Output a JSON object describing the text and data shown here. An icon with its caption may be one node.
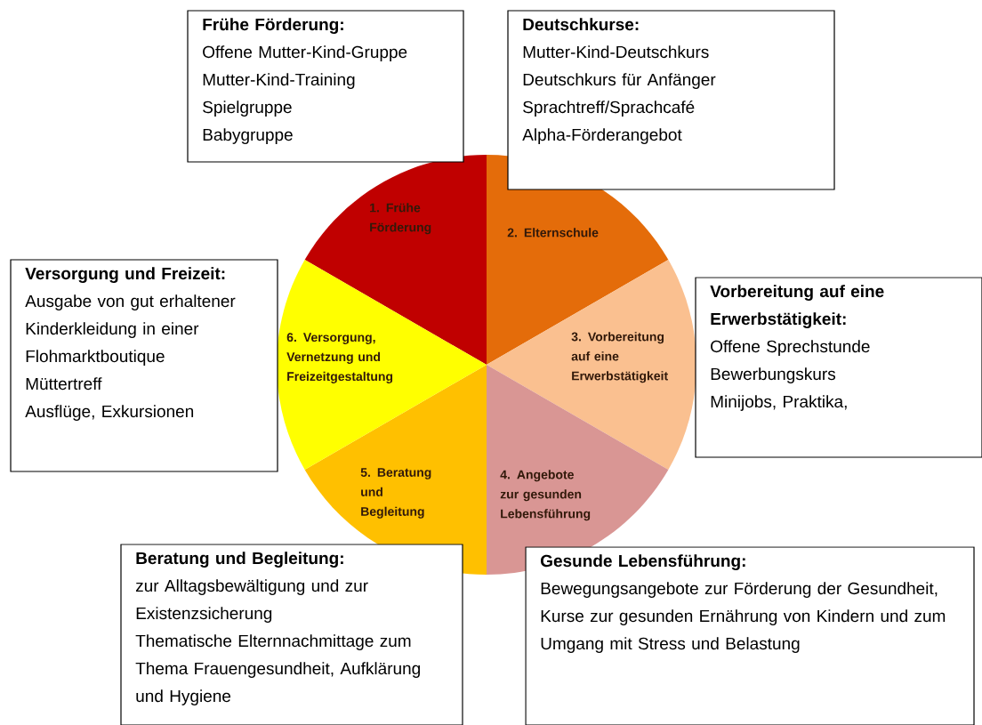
{
  "diagram": {
    "nodes": [
      {
        "text": [
          "1. Frühe Förderung"
        ]
      },
      {
        "text": [
          "2. Elternschule"
        ]
      },
      {
        "text": [
          "3. Vorbereitung auf eine Erwerbstätigkeit"
        ]
      },
      {
        "text": [
          "4. Angebote zur gesunden Lebensführung"
        ]
      },
      {
        "text": [
          "5. Beratung und Begleitung"
        ]
      },
      {
        "text": [
          "6. Versorgung, Vernetzung und Freizeitgestaltung"
        ]
      },
      {
        "text": [
          "Frühe Förderung:",
          "Offene Mutter-Kind-Gruppe",
          "Mutter-Kind-Training",
          "Spielgruppe",
          "Babygruppe"
        ]
      },
      {
        "text": [
          "Deutschkurse:",
          "Mutter-Kind-Deutschkurs",
          "Deutschkurs für Anfänger",
          "Sprachtreff/Sprachcafé",
          "Alpha-Förderangebot"
        ]
      },
      {
        "text": [
          "Versorgung und Freizeit:",
          "Ausgabe von gut erhaltener Kinderkleidung in einer Flohmarktboutique",
          "Müttertreff",
          "Ausflüge, Exkursionen"
        ]
      },
      {
        "text": [
          "Vorbereitung auf eine Erwerbstätigkeit:",
          "Offene Sprechstunde",
          "Bewerbungskurs",
          "Minijobs, Praktika,"
        ]
      },
      {
        "text": [
          "Beratung und Begleitung:",
          "zur Alltagsbewältigung und zur Existenzsicherung",
          "Thematische Elternnachmittage zum Thema Frauengesundheit, Aufklärung und Hygiene"
        ]
      },
      {
        "text": [
          "Gesunde Lebensführung:",
          "Bewegungsangebote zur Förderung der Gesundheit,",
          "Kurse zur gesunden Ernährung von Kindern und zum Umgang mit Stress und Belastung"
        ]
      }
    ]
  }
}
